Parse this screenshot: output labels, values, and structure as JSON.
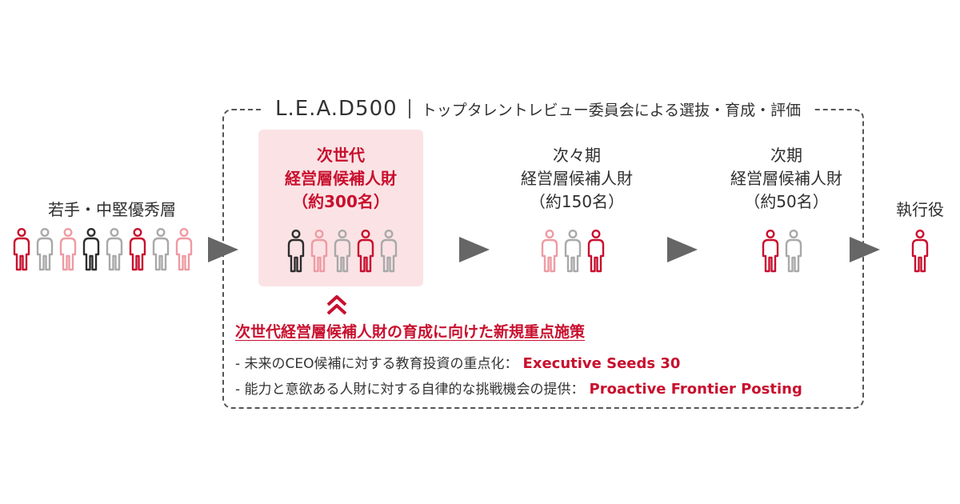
{
  "colors": {
    "dark": "#2e2e2e",
    "red": "#c8102e",
    "pink": "#ee9ba3",
    "gray": "#a9a9a9",
    "arrow": "#666666",
    "highlight_bg": "#fbe3e5"
  },
  "program": {
    "name": "L.E.A.D500",
    "subtitle": "トップタレントレビュー委員会による選抜・育成・評価"
  },
  "stages": {
    "young": {
      "label": "若手・中堅優秀層",
      "figures": [
        "red",
        "gray",
        "pink",
        "dark",
        "gray",
        "red",
        "gray",
        "pink"
      ]
    },
    "nextgen": {
      "line1": "次世代",
      "line2": "経営層候補人財",
      "line3": "（約300名）",
      "figures": [
        "dark",
        "pink",
        "gray",
        "red",
        "gray"
      ]
    },
    "next_next": {
      "line1": "次々期",
      "line2": "経営層候補人財",
      "line3": "（約150名）",
      "figures": [
        "pink",
        "gray",
        "red"
      ]
    },
    "next": {
      "line1": "次期",
      "line2": "経営層候補人財",
      "line3": "（約50名）",
      "figures": [
        "red",
        "gray"
      ]
    },
    "exec": {
      "label": "執行役",
      "figures": [
        "red"
      ]
    }
  },
  "initiatives": {
    "title": "次世代経営層候補人財の育成に向けた新規重点施策",
    "items": [
      {
        "text": "- 未来のCEO候補に対する教育投資の重点化：",
        "program": "Executive Seeds 30"
      },
      {
        "text": "- 能力と意欲ある人財に対する自律的な挑戦機会の提供：",
        "program": "Proactive Frontier Posting"
      }
    ]
  }
}
